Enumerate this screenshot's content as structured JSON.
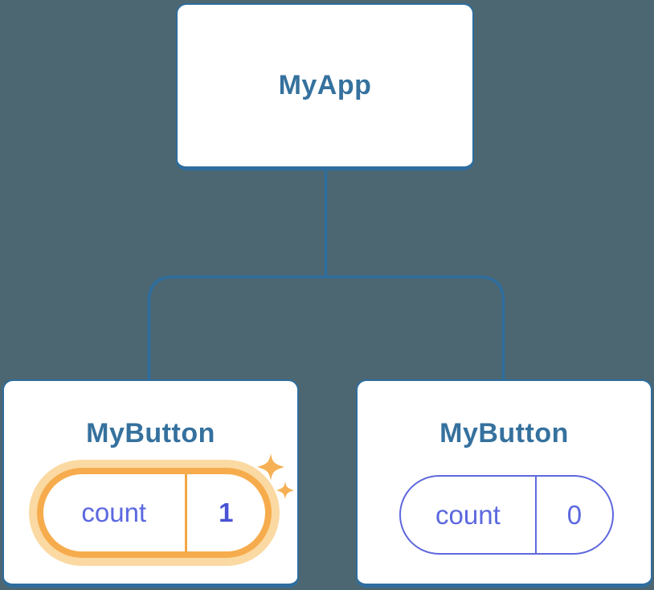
{
  "background_color": "#4C6772",
  "tree": {
    "root": {
      "label": "MyApp"
    },
    "children": [
      {
        "label": "MyButton",
        "state_key": "count",
        "state_value": "1",
        "highlighted": true
      },
      {
        "label": "MyButton",
        "state_key": "count",
        "state_value": "0",
        "highlighted": false
      }
    ]
  },
  "colors": {
    "node_border": "#2E6D9E",
    "node_title_text": "#35719E",
    "connector_line": "#2E6D9E",
    "state_text": "#5C68DF",
    "state_value_bold": "#4953D4",
    "highlight_ring": "#F6AC4D",
    "highlight_glow": "#FBD9A2",
    "sparkle": "#F6B055"
  }
}
